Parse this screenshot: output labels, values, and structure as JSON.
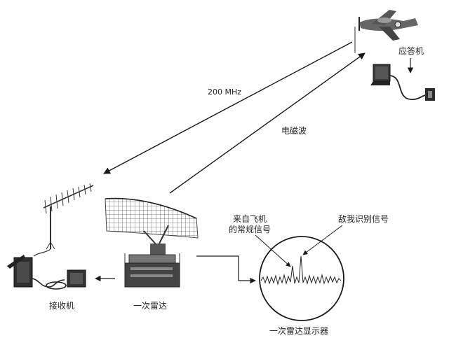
{
  "labels": {
    "transponder": "应答机",
    "frequency": "200 MHz",
    "em_wave": "电磁波",
    "receiver": "接收机",
    "primary_radar": "一次雷达",
    "regular_signal_line1": "来自飞机",
    "regular_signal_line2": "的常规信号",
    "iff_signal": "敌我识别信号",
    "display": "一次雷达显示器"
  },
  "colors": {
    "line": "#1a1a1a",
    "device_dark": "#333333",
    "device_mid": "#777777",
    "device_light": "#bbbbbb"
  },
  "icons": {
    "aircraft": "spitfire-aircraft-icon",
    "transponder_box": "transponder-box-icon",
    "antenna": "yagi-antenna-icon",
    "receiver_unit": "receiver-unit-icon",
    "radar_dish": "radar-dish-icon",
    "scope": "radar-scope-icon"
  }
}
